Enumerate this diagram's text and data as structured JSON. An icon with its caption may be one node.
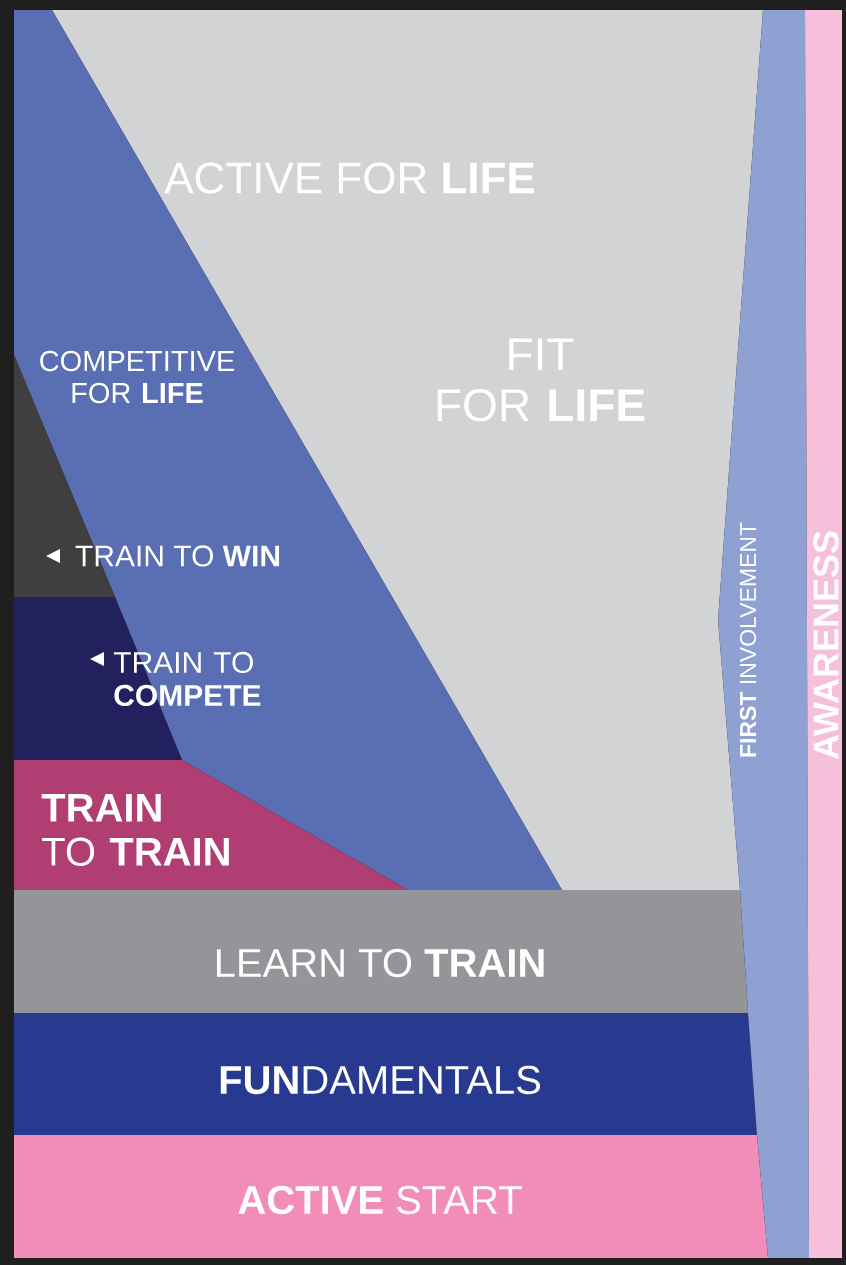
{
  "diagram": {
    "nodes": [
      {
        "text": [
          "FIT FOR **LIFE**"
        ]
      },
      {
        "text": [
          "COMPETITIVE FOR **LIFE**"
        ]
      },
      {
        "text": [
          "TRAIN TO **WIN**"
        ]
      },
      {
        "text": [
          "TRAIN TO **COMPETE**"
        ]
      },
      {
        "text": [
          "**TRAIN** TO **TRAIN**"
        ]
      },
      {
        "text": [
          "LEARN TO **TRAIN**"
        ]
      },
      {
        "text": [
          "**FUN**DAMENTALS"
        ]
      },
      {
        "text": [
          "**ACTIVE** START"
        ]
      },
      {
        "text": [
          "**FIRST** INVOLVEMENT"
        ]
      },
      {
        "text": [
          "AWARENESS"
        ]
      }
    ],
    "labels": [
      "ACTIVE FOR **LIFE**"
    ]
  }
}
